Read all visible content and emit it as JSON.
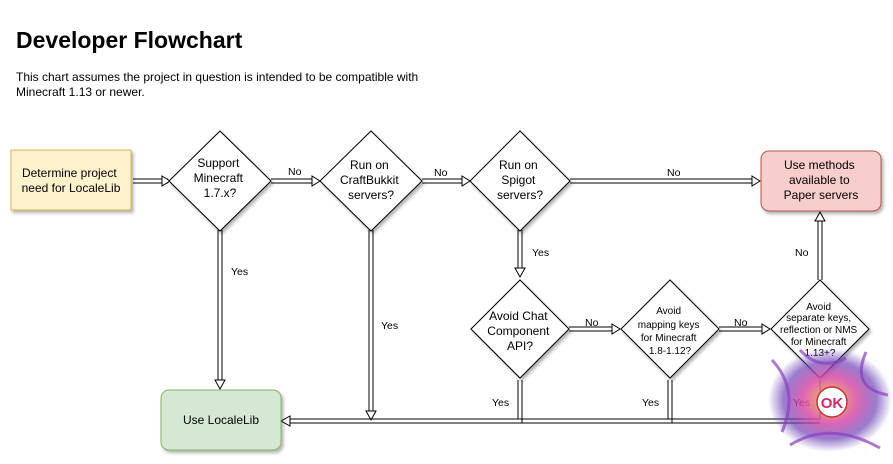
{
  "header": {
    "title": "Developer Flowchart",
    "subtitle": "This chart assumes the project in question is intended to be compatible with Minecraft 1.13 or newer."
  },
  "nodes": {
    "start": [
      "Determine project",
      "need for LocaleLib"
    ],
    "q_support17": [
      "Support",
      "Minecraft",
      "1.7.x?"
    ],
    "q_craftbukkit": [
      "Run on",
      "CraftBukkit",
      "servers?"
    ],
    "q_spigot": [
      "Run on",
      "Spigot",
      "servers?"
    ],
    "paper": [
      "Use methods",
      "available to",
      "Paper servers"
    ],
    "q_chat": [
      "Avoid Chat",
      "Component",
      "API?"
    ],
    "q_mapping": [
      "Avoid",
      "mapping keys",
      "for Minecraft",
      "1.8-1.12?"
    ],
    "q_separate": [
      "Avoid",
      "separate keys,",
      "reflection or NMS",
      "for Minecraft",
      "1.13+?"
    ],
    "use": [
      "Use LocaleLib"
    ]
  },
  "edges": {
    "no": "No",
    "yes": "Yes"
  },
  "colors": {
    "start_fill": "#fff2cc",
    "start_stroke": "#d6b656",
    "use_fill": "#d5e8d4",
    "use_stroke": "#82b366",
    "paper_fill": "#f8cecc",
    "paper_stroke": "#b85450"
  },
  "watermark": {
    "text": "OK"
  }
}
